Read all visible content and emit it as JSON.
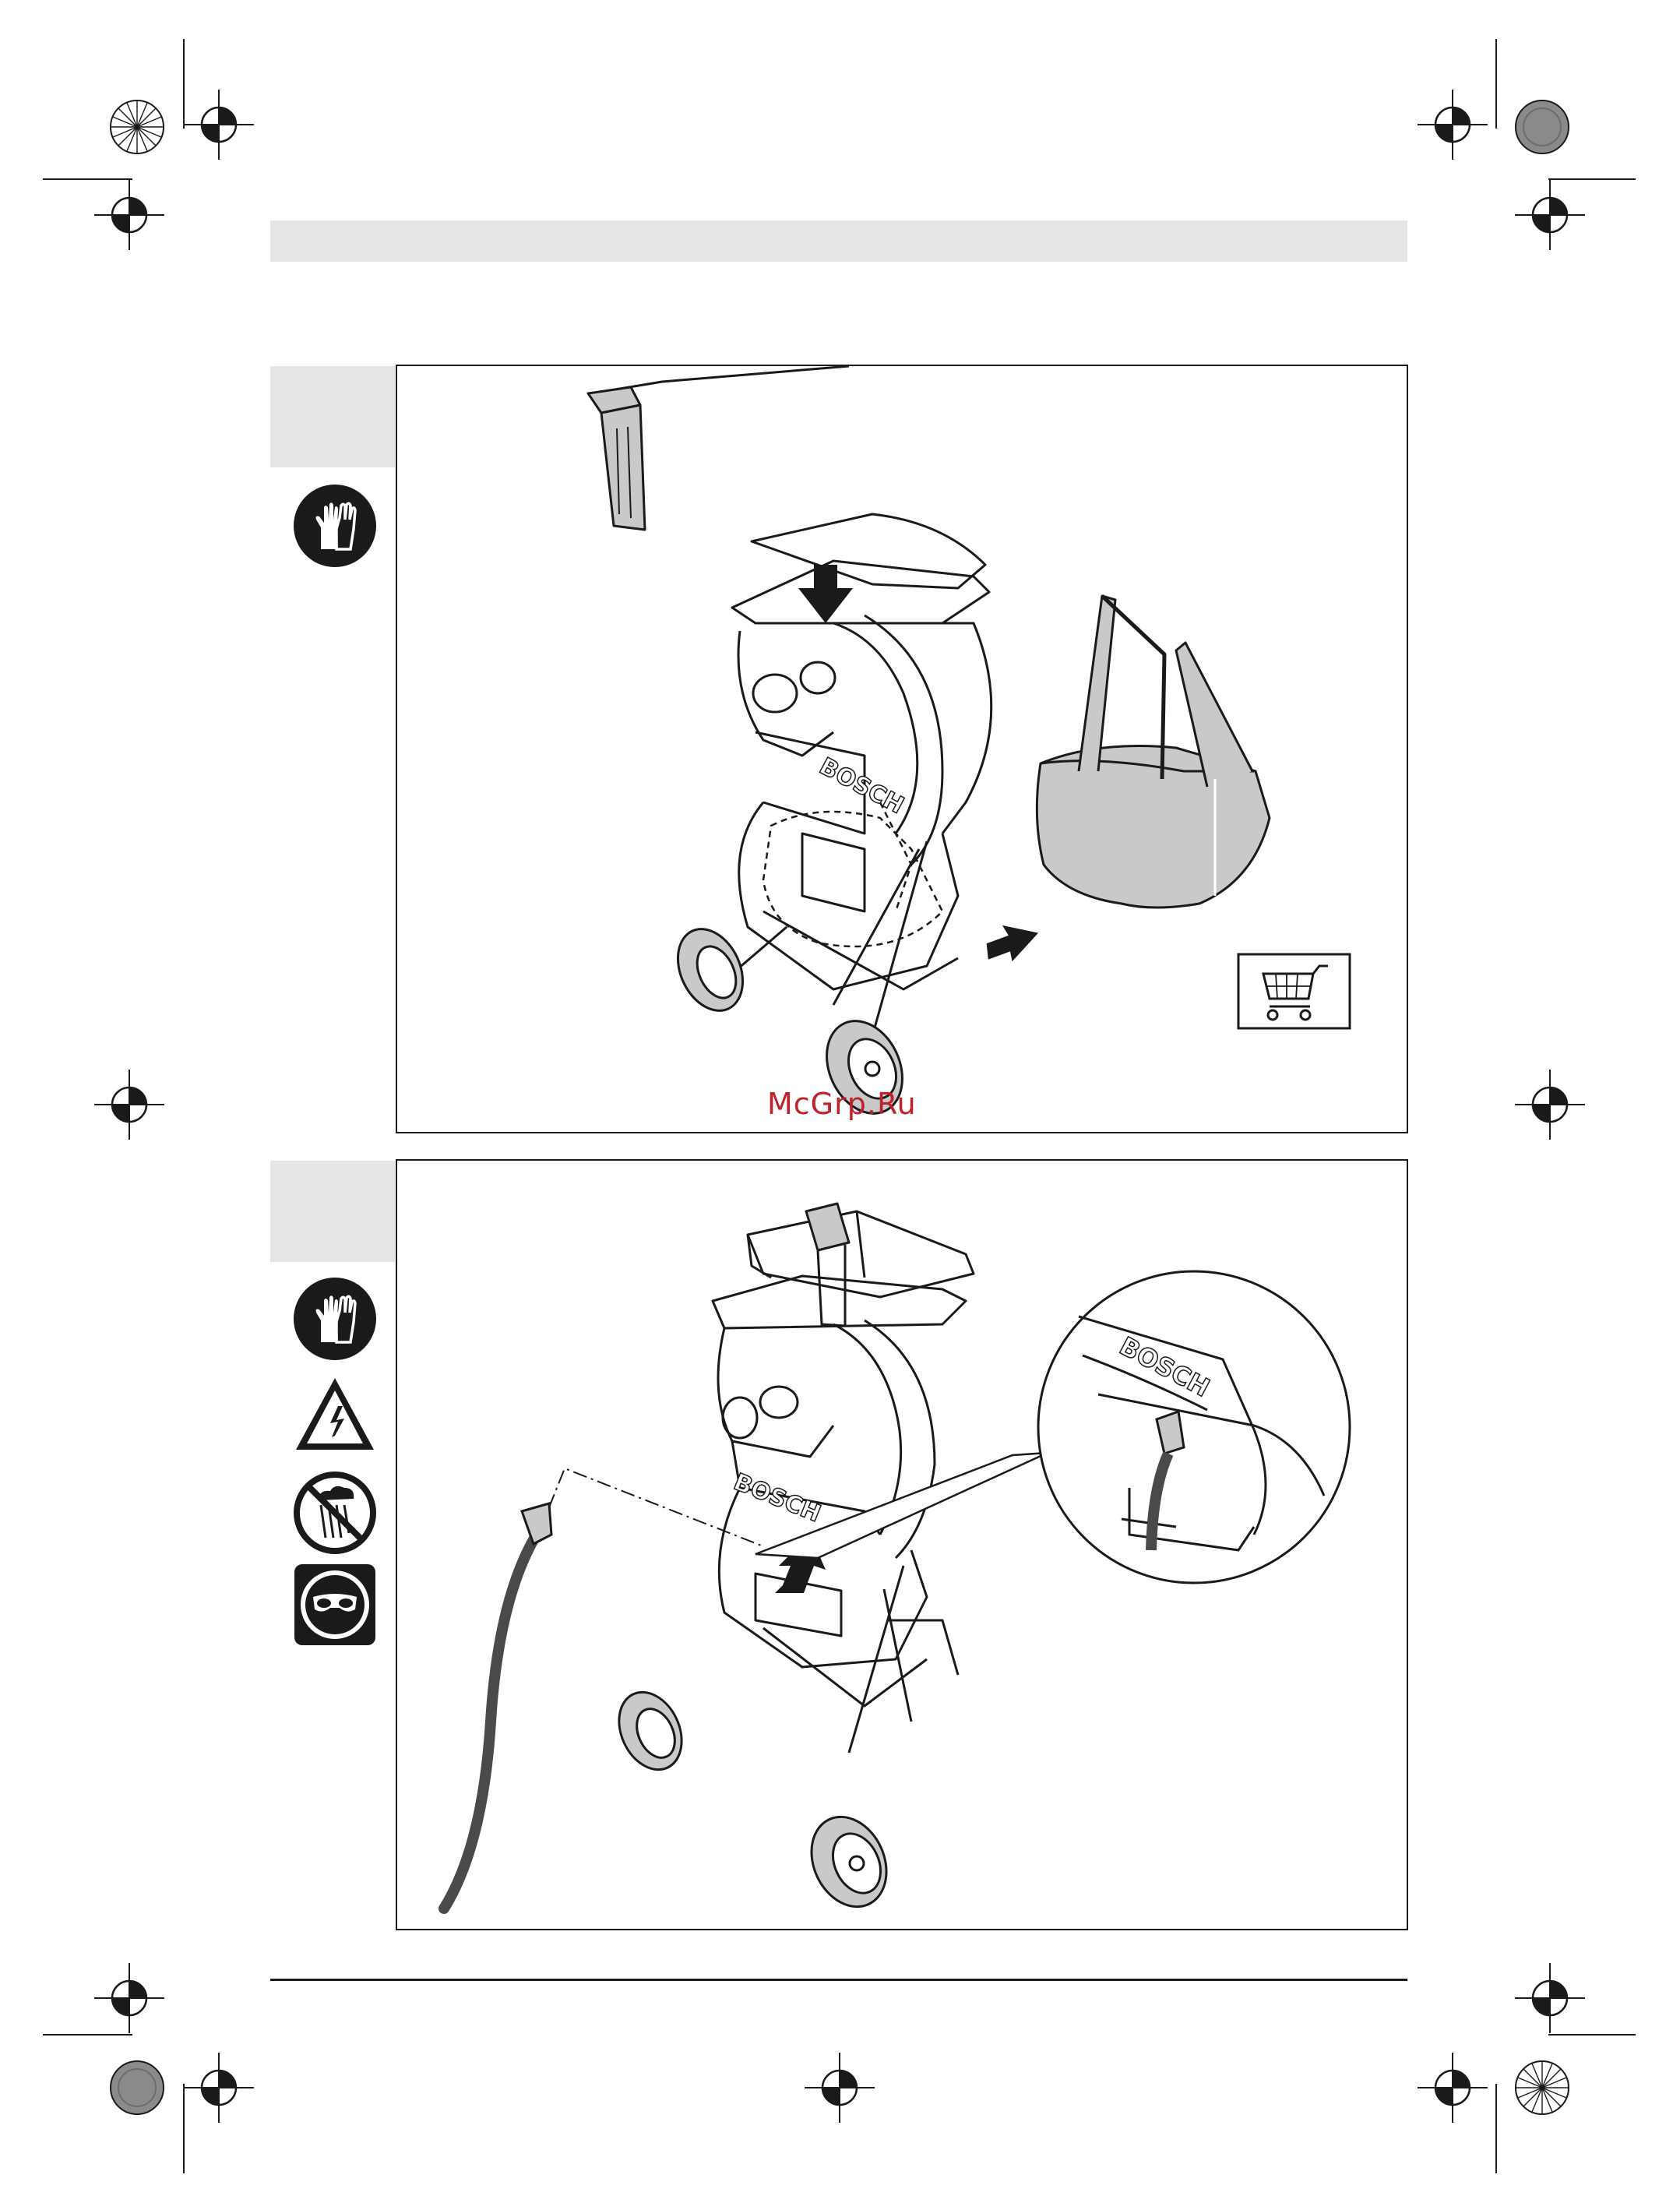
{
  "watermark": {
    "text": "McGrp.Ru"
  },
  "figures": [
    {
      "id": "fig-bag",
      "brand_label": "BOSCH",
      "icons": [
        "gloves-icon"
      ],
      "accessory_icons": [
        "shopping-cart-icon"
      ]
    },
    {
      "id": "fig-power",
      "brand_label": "BOSCH",
      "icons": [
        "gloves-icon",
        "electric-shock-warning-icon",
        "no-rain-icon",
        "eye-protection-icon"
      ],
      "detail_brand_label": "BOSCH"
    }
  ],
  "colors": {
    "ink": "#1a1a1a",
    "tab_gray": "#e6e6e6",
    "part_gray": "#c9c9c9",
    "cable_gray": "#4a4a4a",
    "watermark_red": "#c0202a"
  }
}
